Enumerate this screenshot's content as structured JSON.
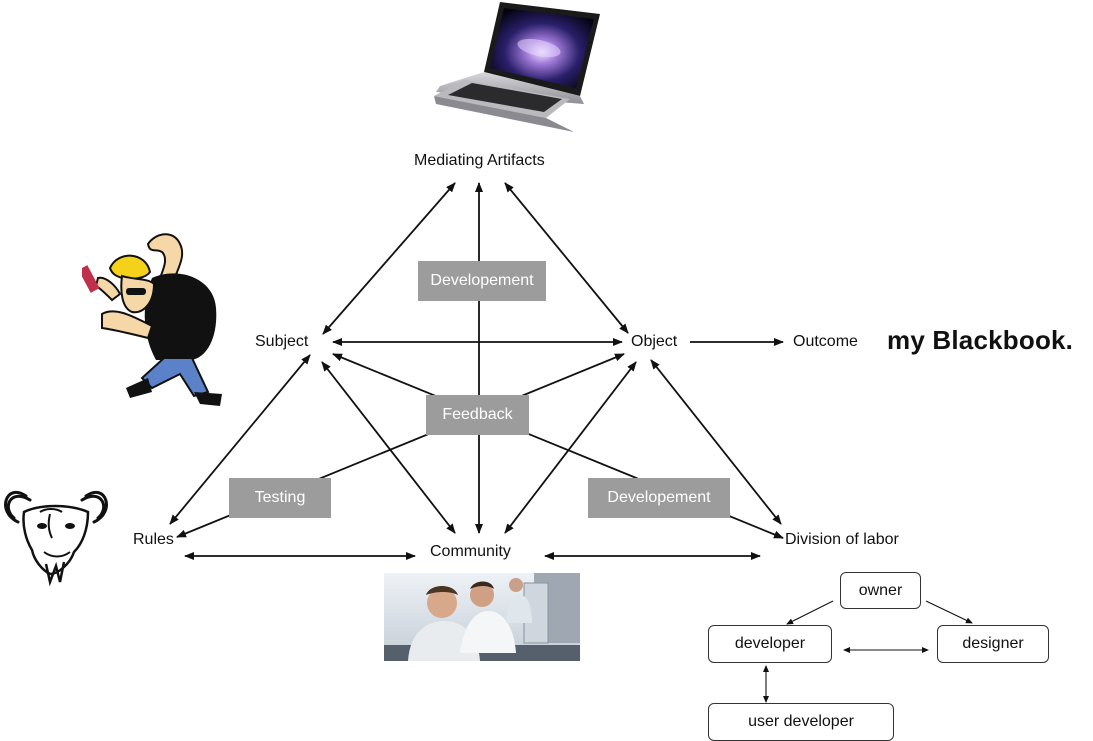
{
  "nodes": {
    "mediating_artifacts": "Mediating Artifacts",
    "subject": "Subject",
    "object": "Object",
    "outcome": "Outcome",
    "rules": "Rules",
    "community": "Community",
    "division_of_labor": "Division of labor"
  },
  "labels": {
    "developement_top": "Developement",
    "feedback": "Feedback",
    "testing": "Testing",
    "developement_right": "Developement"
  },
  "brand": "my Blackbook.",
  "roles": {
    "owner": "owner",
    "developer": "developer",
    "designer": "designer",
    "user_developer": "user developer"
  },
  "colors": {
    "gray_box": "#9c9c9c",
    "line": "#111111"
  }
}
